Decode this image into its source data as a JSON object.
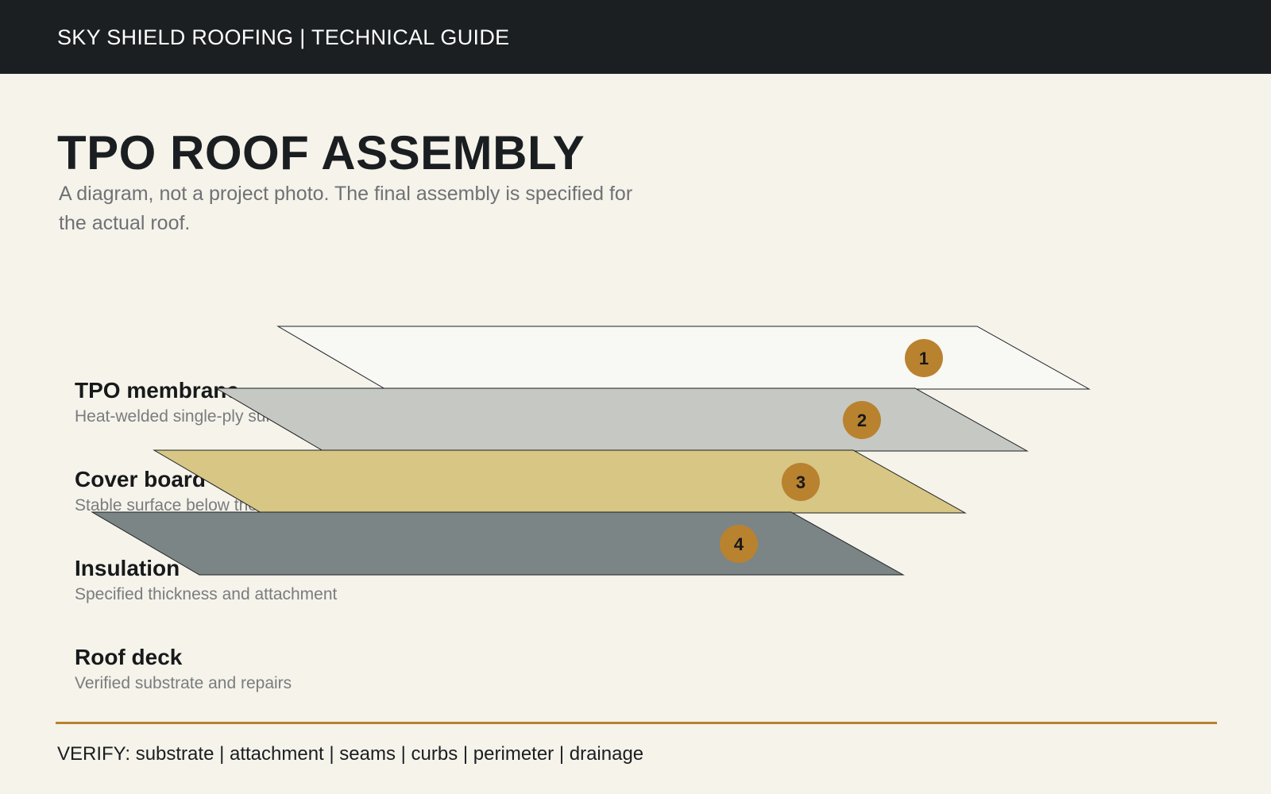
{
  "header": {
    "brand": "SKY SHIELD ROOFING | TECHNICAL GUIDE"
  },
  "page": {
    "title": "TPO ROOF ASSEMBLY",
    "subtitle": "A diagram, not a project photo. The final assembly is specified for the actual roof."
  },
  "layers": [
    {
      "number": "1",
      "name": "TPO membrane",
      "description": "Heat-welded single-ply surface",
      "color": "#f8f8f4"
    },
    {
      "number": "2",
      "name": "Cover board",
      "description": "Stable surface below the membrane",
      "color": "#c6c8c4"
    },
    {
      "number": "3",
      "name": "Insulation",
      "description": "Specified thickness and attachment",
      "color": "#d7c684"
    },
    {
      "number": "4",
      "name": "Roof deck",
      "description": "Verified substrate and repairs",
      "color": "#7b8586"
    }
  ],
  "colors": {
    "accent": "#b9822f",
    "header_bg": "#1c1f22",
    "page_bg": "#f5f3ea"
  },
  "footer": {
    "text": "VERIFY: substrate | attachment | seams | curbs | perimeter | drainage"
  }
}
